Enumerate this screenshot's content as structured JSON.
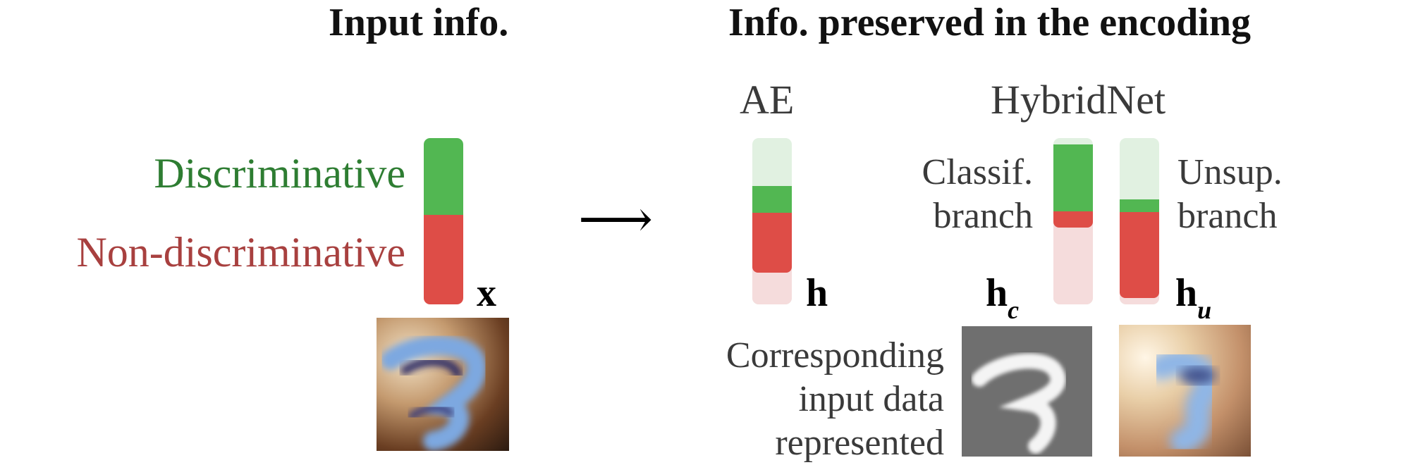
{
  "titles": {
    "input": "Input info.",
    "encoding": "Info. preserved in the encoding"
  },
  "legend": {
    "discriminative": "Discriminative",
    "non_discriminative": "Non-discriminative"
  },
  "arrow": "⟶",
  "input_vector": {
    "var": "x",
    "discriminative_fraction": 0.46,
    "non_discriminative_fraction": 0.54
  },
  "ae": {
    "label": "AE",
    "var": "h",
    "discriminative_preserved": [
      0.29,
      0.45
    ],
    "non_discriminative_preserved": [
      0.45,
      0.81
    ]
  },
  "hybridnet": {
    "label": "HybridNet",
    "classif": {
      "label_line1": "Classif.",
      "label_line2": "branch",
      "var_base": "h",
      "var_sub": "c",
      "discriminative_preserved": [
        0.04,
        0.44
      ],
      "non_discriminative_preserved": [
        0.44,
        0.54
      ]
    },
    "unsup": {
      "label_line1": "Unsup.",
      "label_line2": "branch",
      "var_base": "h",
      "var_sub": "u",
      "discriminative_preserved": [
        0.37,
        0.45
      ],
      "non_discriminative_preserved": [
        0.45,
        0.96
      ]
    }
  },
  "corresponding": {
    "line1": "Corresponding",
    "line2": "input data",
    "line3": "represented"
  },
  "colors": {
    "green": "#52b752",
    "red": "#de4d47",
    "light_green": "#e1f1e1",
    "light_red": "#f5dcdc",
    "label_green": "#2e7d32",
    "label_red": "#a8403f"
  }
}
